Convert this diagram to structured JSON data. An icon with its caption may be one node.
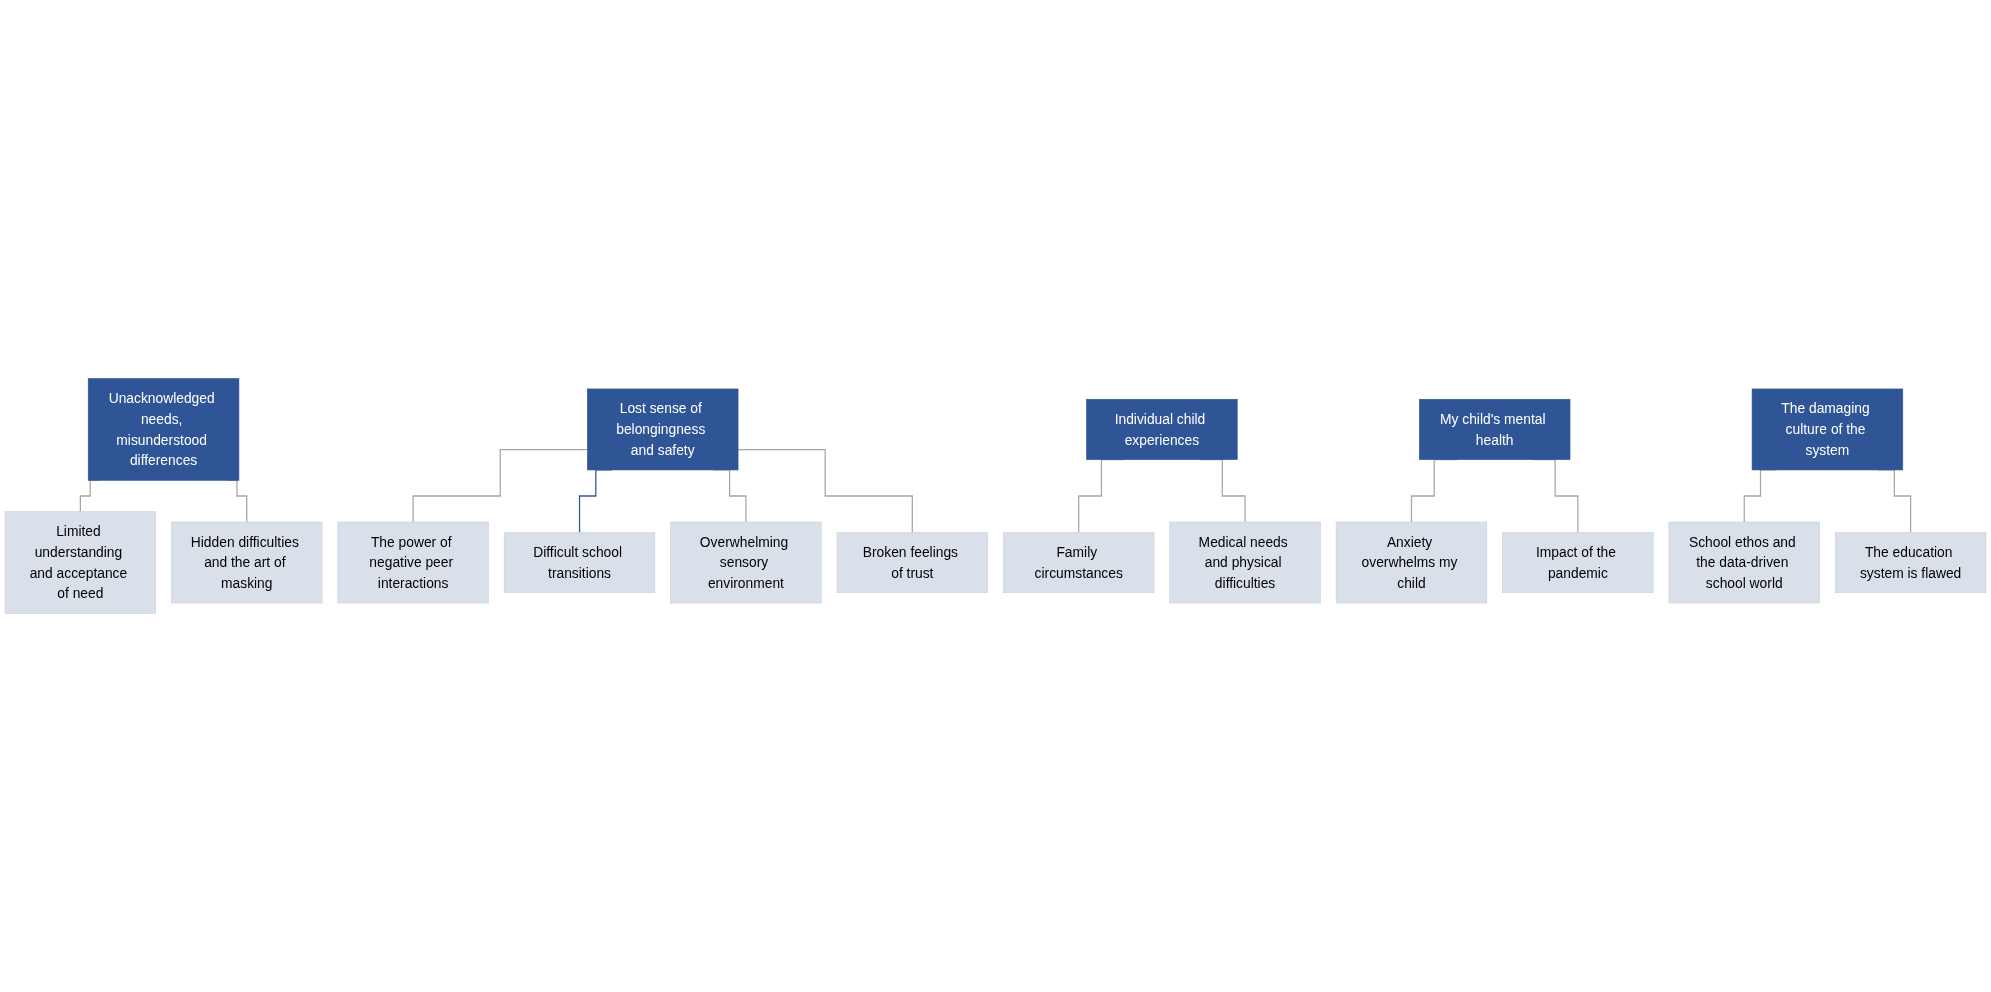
{
  "diagram": {
    "nodes": [
      {
        "text": [
          "Unacknowledged needs, misunderstood differences"
        ]
      },
      {
        "text": [
          "Limited understanding and acceptance of need"
        ]
      },
      {
        "text": [
          "Hidden difficulties and the art of masking"
        ]
      },
      {
        "text": [
          "Lost sense of belongingness and safety"
        ]
      },
      {
        "text": [
          "The power of negative peer interactions"
        ]
      },
      {
        "text": [
          "Difficult school transitions"
        ]
      },
      {
        "text": [
          "Overwhelming sensory environment"
        ]
      },
      {
        "text": [
          "Broken feelings of trust"
        ]
      },
      {
        "text": [
          "Individual child experiences"
        ]
      },
      {
        "text": [
          "Family circumstances"
        ]
      },
      {
        "text": [
          "Medical needs and physical difficulties"
        ]
      },
      {
        "text": [
          "My child's mental health"
        ]
      },
      {
        "text": [
          "Anxiety overwhelms my child"
        ]
      },
      {
        "text": [
          "Impact of the pandemic"
        ]
      },
      {
        "text": [
          "The damaging culture of the system"
        ]
      },
      {
        "text": [
          "School ethos and the data-driven school world"
        ]
      },
      {
        "text": [
          "The education system is flawed"
        ]
      }
    ],
    "edges": [
      {
        "from": 0,
        "to": 1,
        "arrow": "none"
      },
      {
        "from": 0,
        "to": 2,
        "arrow": "none"
      },
      {
        "from": 3,
        "to": 4,
        "arrow": "none"
      },
      {
        "from": 3,
        "to": 5,
        "arrow": "none",
        "color": "#2f5597"
      },
      {
        "from": 3,
        "to": 6,
        "arrow": "none"
      },
      {
        "from": 3,
        "to": 7,
        "arrow": "none"
      },
      {
        "from": 8,
        "to": 9,
        "arrow": "none"
      },
      {
        "from": 8,
        "to": 10,
        "arrow": "none"
      },
      {
        "from": 11,
        "to": 12,
        "arrow": "none"
      },
      {
        "from": 11,
        "to": 13,
        "arrow": "none"
      },
      {
        "from": 14,
        "to": 15,
        "arrow": "none"
      },
      {
        "from": 14,
        "to": 16,
        "arrow": "none"
      }
    ]
  }
}
